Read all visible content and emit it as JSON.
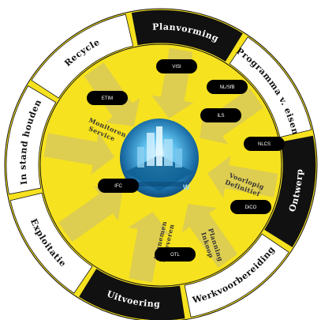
{
  "colors": {
    "yellow": "#f6e21f",
    "black": "#111111",
    "white": "#ffffff",
    "arrow": "#d8c95a"
  },
  "segments": [
    {
      "label": "Recycle",
      "style": "white"
    },
    {
      "label": "Planvorming",
      "style": "black"
    },
    {
      "label": "Programma v. eisen",
      "style": "white"
    },
    {
      "label": "Ontwerp",
      "style": "black"
    },
    {
      "label": "Werkvoorbereiding",
      "style": "white"
    },
    {
      "label": "Uitvoering",
      "style": "black"
    },
    {
      "label": "Exploitatie",
      "style": "white"
    },
    {
      "label": "In stand houden",
      "style": "white"
    }
  ],
  "inner_labels": {
    "monitoren": [
      "Monitoren",
      "Service"
    ],
    "voorlopig": [
      "Voorlopig",
      "Definitief"
    ],
    "aannemen": [
      "Aannemen",
      "Opleveren"
    ],
    "planning": [
      "Planning",
      "Inkoop"
    ]
  },
  "standards": [
    "VISI",
    "NL/SfB",
    "ETIM",
    "ILS",
    "NLCS",
    "IFC",
    "DiCO",
    "OTL"
  ],
  "center_mark": "W"
}
